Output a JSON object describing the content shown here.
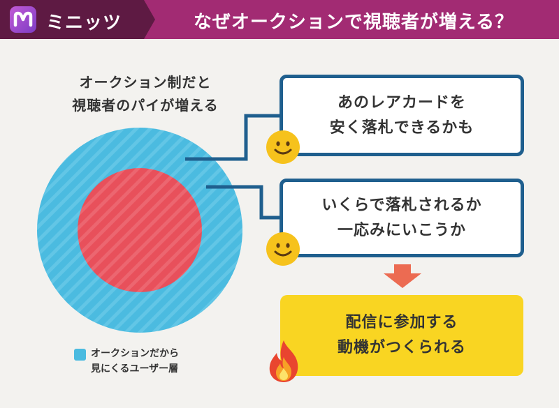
{
  "header": {
    "brand": "ミニッツ",
    "title": "なぜオークションで視聴者が増える？"
  },
  "caption": {
    "line1": "オークション制だと",
    "line2": "視聴者のパイが増える"
  },
  "bubbles": [
    {
      "line1": "あのレアカードを",
      "line2": "安く落札できるかも"
    },
    {
      "line1": "いくらで落札されるか",
      "line2": "一応みにいこうか"
    }
  ],
  "result": {
    "line1": "配信に参加する",
    "line2": "動機がつくられる"
  },
  "legend": {
    "line1": "オークションだから",
    "line2": "見にくるユーザー層"
  },
  "colors": {
    "header_dark": "#5e1a43",
    "header_accent": "#a22b73",
    "outer_circle": "#4bbbe0",
    "inner_circle": "#e8505b",
    "connector": "#1f5f8e",
    "result_bg": "#f9d522",
    "arrow": "#ec6b52"
  },
  "icons": {
    "logo": "minitz-logo-icon",
    "smiley": "smiley-face-icon",
    "fire": "fire-icon",
    "arrow": "down-arrow-icon"
  }
}
